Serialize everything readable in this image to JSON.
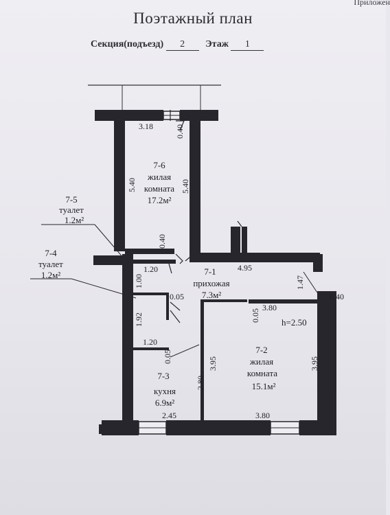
{
  "document": {
    "corner_text": "Приложен",
    "title": "Поэтажный план",
    "section_label": "Секция(подъезд)",
    "section_value": "2",
    "floor_label": "Этаж",
    "floor_value": "1",
    "ceiling_height": "h=2.50"
  },
  "rooms": {
    "r76": {
      "id": "7-6",
      "name1": "жилая",
      "name2": "комната",
      "area": "17.2м²"
    },
    "r75": {
      "id": "7-5",
      "name": "туалет",
      "area": "1.2м²"
    },
    "r74": {
      "id": "7-4",
      "name": "туалет",
      "area": "1.2м²"
    },
    "r71": {
      "id": "7-1",
      "name": "прихожая",
      "area": "7.3м²"
    },
    "r72": {
      "id": "7-2",
      "name1": "жилая",
      "name2": "комната",
      "area": "15.1м²"
    },
    "r73": {
      "id": "7-3",
      "name": "кухня",
      "area": "6.9м²"
    }
  },
  "dimensions": {
    "d_318": "3.18",
    "d_040_top": "0.40",
    "d_540_left": "5.40",
    "d_540_right": "5.40",
    "d_040_mid": "0.40",
    "d_120_a": "1.20",
    "d_100": "1.00",
    "d_005_a": "0.05",
    "d_495": "4.95",
    "d_147": "1.47",
    "d_040_right": "0.40",
    "d_380_top": "3.80",
    "d_005_b": "0.05",
    "d_192": "1.92",
    "d_120_b": "1.20",
    "d_005_c": "0.05",
    "d_395_mid": "3.95",
    "d_395_right": "3.95",
    "d_280": "2.80",
    "d_245": "2.45",
    "d_380_bottom": "3.80"
  }
}
